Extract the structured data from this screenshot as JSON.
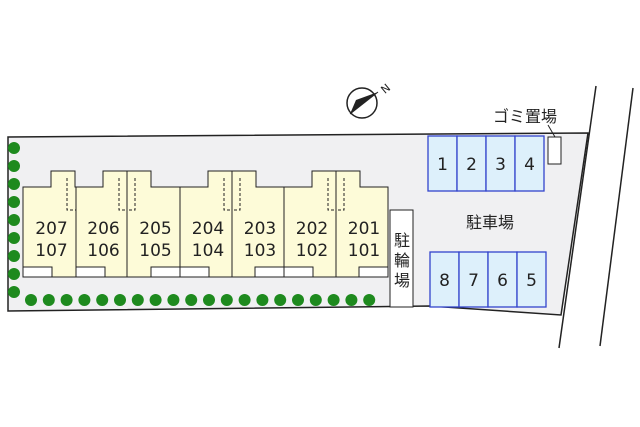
{
  "units": [
    {
      "upper": "207",
      "lower": "107"
    },
    {
      "upper": "206",
      "lower": "106"
    },
    {
      "upper": "205",
      "lower": "105"
    },
    {
      "upper": "204",
      "lower": "104"
    },
    {
      "upper": "203",
      "lower": "103"
    },
    {
      "upper": "202",
      "lower": "102"
    },
    {
      "upper": "201",
      "lower": "101"
    }
  ],
  "parking_top": [
    "1",
    "2",
    "3",
    "4"
  ],
  "parking_bottom": [
    "8",
    "7",
    "6",
    "5"
  ],
  "labels": {
    "parking": "駐車場",
    "garbage": "ゴミ置場",
    "bicycle": [
      "駐",
      "輪",
      "場"
    ],
    "north": "N"
  },
  "colors": {
    "building": "#fdfbd8",
    "parking_stall": "#ddf0fb",
    "parking_border": "#3344cc",
    "tree": "#1e8a1e",
    "ground": "#f0f0f2"
  }
}
